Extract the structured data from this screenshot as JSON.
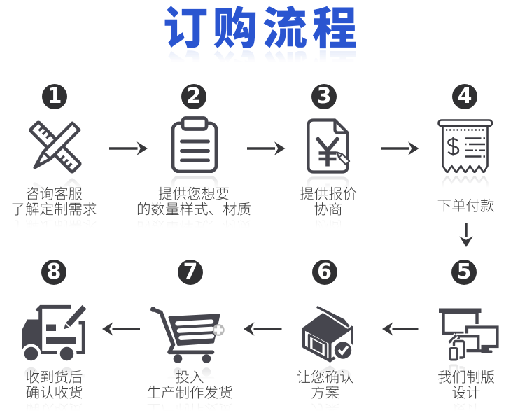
{
  "title": "订购流程",
  "colors": {
    "title_blue": "#2a55d0",
    "icon_gray": "#46464e",
    "badge_dark": "#303032",
    "label_gray": "#3e3e3e",
    "arrow_dark": "#38383b",
    "plus_badge_gray": "#b9b9b9"
  },
  "steps": [
    {
      "number": "1",
      "icon": "pencil-ruler",
      "label_lines": [
        "咨询客服",
        "了解定制需求"
      ]
    },
    {
      "number": "2",
      "icon": "clipboard",
      "label_lines": [
        "提供您想要",
        "的数量样式、材质"
      ]
    },
    {
      "number": "3",
      "icon": "price-document",
      "label_lines": [
        "提供报价",
        "协商"
      ]
    },
    {
      "number": "4",
      "icon": "receipt",
      "label_lines": [
        "下单付款"
      ]
    },
    {
      "number": "5",
      "icon": "devices",
      "label_lines": [
        "我们制版",
        "设计"
      ]
    },
    {
      "number": "6",
      "icon": "package-check",
      "label_lines": [
        "让您确认",
        "方案"
      ]
    },
    {
      "number": "7",
      "icon": "cart-plus",
      "label_lines": [
        "投入",
        "生产制作发货"
      ]
    },
    {
      "number": "8",
      "icon": "delivery-truck",
      "label_lines": [
        "收到货后",
        "确认收货"
      ]
    }
  ]
}
